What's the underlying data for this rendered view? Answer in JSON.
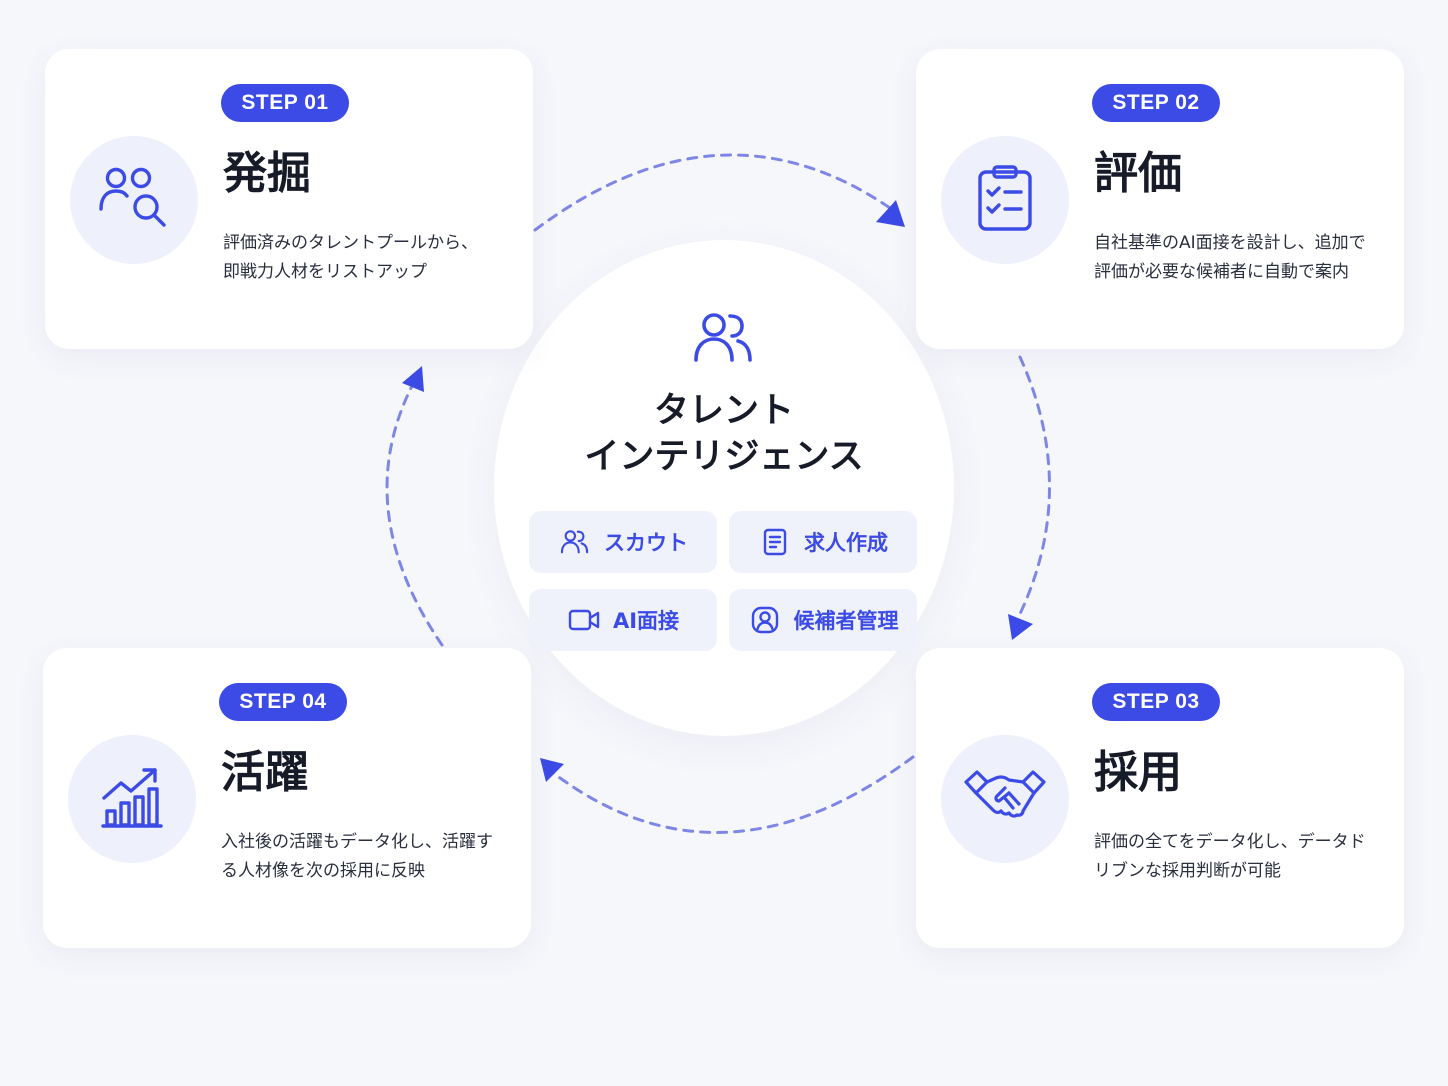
{
  "colors": {
    "accent": "#3c4be6",
    "dashed_arrow": "#7f87e6",
    "background": "#f6f7fb",
    "icon_circle": "#eef0fb",
    "pill_background": "#eff1fb"
  },
  "center": {
    "icon": "users-icon",
    "title_line1": "タレント",
    "title_line2": "インテリジェンス",
    "features": [
      {
        "label": "スカウト",
        "icon": "users-icon"
      },
      {
        "label": "求人作成",
        "icon": "document-icon"
      },
      {
        "label": "AI面接",
        "icon": "video-camera-icon"
      },
      {
        "label": "候補者管理",
        "icon": "user-circle-icon"
      }
    ]
  },
  "steps": [
    {
      "badge": "STEP 01",
      "title": "発掘",
      "icon": "users-search-icon",
      "description_line1": "評価済みのタレントプールから、",
      "description_line2": "即戦力人材をリストアップ"
    },
    {
      "badge": "STEP 02",
      "title": "評価",
      "icon": "clipboard-check-icon",
      "description_line1": "自社基準のAI面接を設計し、追加で",
      "description_line2": "評価が必要な候補者に自動で案内"
    },
    {
      "badge": "STEP 03",
      "title": "採用",
      "icon": "handshake-icon",
      "description_line1": "評価の全てをデータ化し、データド",
      "description_line2": "リブンな採用判断が可能"
    },
    {
      "badge": "STEP 04",
      "title": "活躍",
      "icon": "growth-chart-icon",
      "description_line1": "入社後の活躍もデータ化し、活躍す",
      "description_line2": "る人材像を次の採用に反映"
    }
  ]
}
